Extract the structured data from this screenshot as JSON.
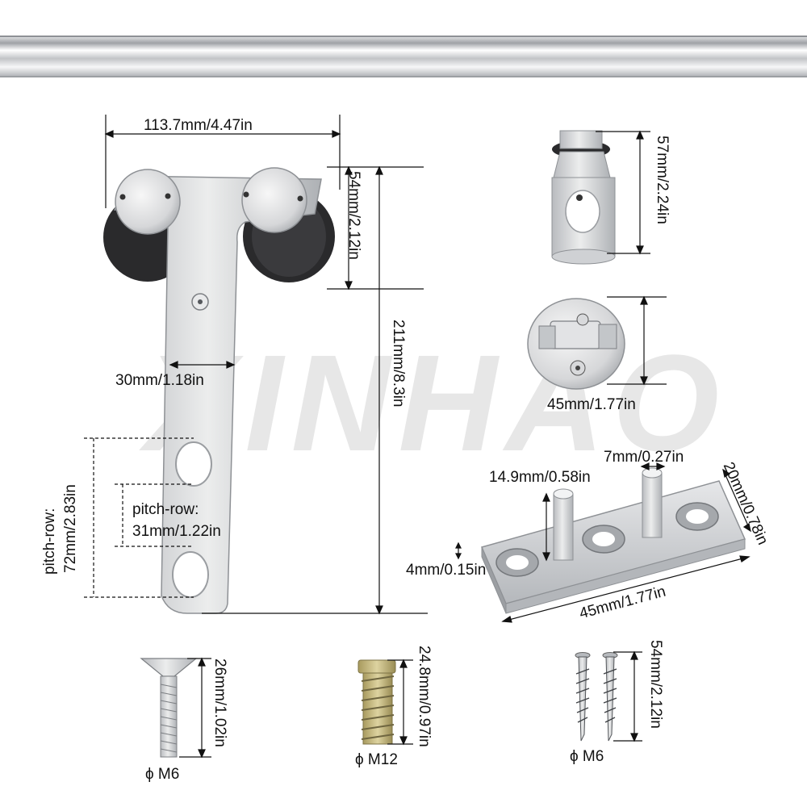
{
  "watermark": "XINHAO",
  "colors": {
    "steel_light": "#f4f5f6",
    "steel_mid": "#c9cbce",
    "steel_dark": "#8d9095",
    "rubber": "#2a2a2c",
    "brass": "#c9bd84",
    "dimension_line": "#111111"
  },
  "dimensions": {
    "hanger_width": "113.7mm/4.47in",
    "wheel_height": "54mm/2.12in",
    "hanger_height": "211mm/8.3in",
    "strap_width": "30mm/1.18in",
    "pitch_row_72_line1": "pitch-row:",
    "pitch_row_72_line2": "72mm/2.83in",
    "pitch_row_31_line1": "pitch-row:",
    "pitch_row_31_line2": "31mm/1.22in",
    "spacer_height": "57mm/2.24in",
    "bracket_width": "45mm/1.77in",
    "pin_diameter": "7mm/0.27in",
    "pin_height": "14.9mm/0.58in",
    "guide_width": "20mm/0.78in",
    "guide_thickness": "4mm/0.15in",
    "guide_length": "45mm/1.77in",
    "bolt_length": "26mm/1.02in",
    "bolt_size": "ϕ M6",
    "insert_length": "24.8mm/0.97in",
    "insert_size": "ϕ M12",
    "screw_length": "54mm/2.12in",
    "screw_size": "ϕ M6"
  }
}
